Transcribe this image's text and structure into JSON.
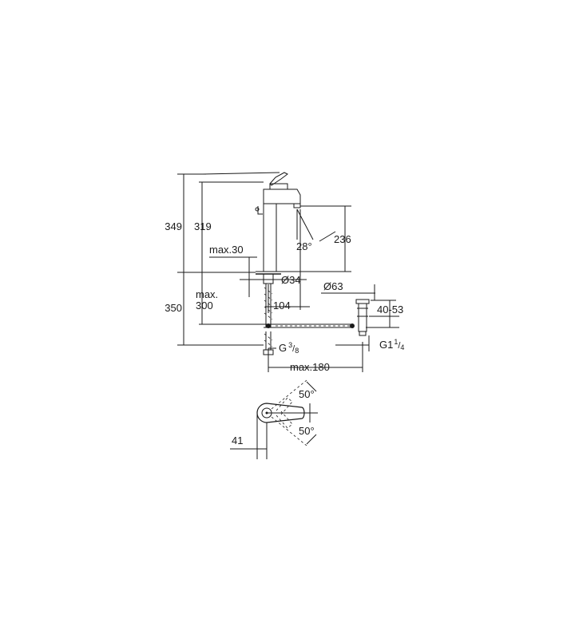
{
  "dimensions": {
    "total_height": "349",
    "spout_height": "319",
    "spout_outlet_height": "236",
    "spout_angle": "28°",
    "max_deck_thickness": "max.30",
    "hole_diameter": "Ø34",
    "spout_reach": "104",
    "max_label": "max.",
    "max_below_deck": "300",
    "below_deck": "350",
    "connection_thread_prefix": "G",
    "connection_thread_sup": "3",
    "connection_thread_sub": "8",
    "waste_flange": "Ø63",
    "waste_range": "40-53",
    "waste_thread_prefix": "G1",
    "waste_thread_sup": "1",
    "waste_thread_sub": "4",
    "max_pop_up": "max.180",
    "lever_angle_top": "50°",
    "lever_angle_bottom": "50°",
    "base_offset": "41"
  }
}
